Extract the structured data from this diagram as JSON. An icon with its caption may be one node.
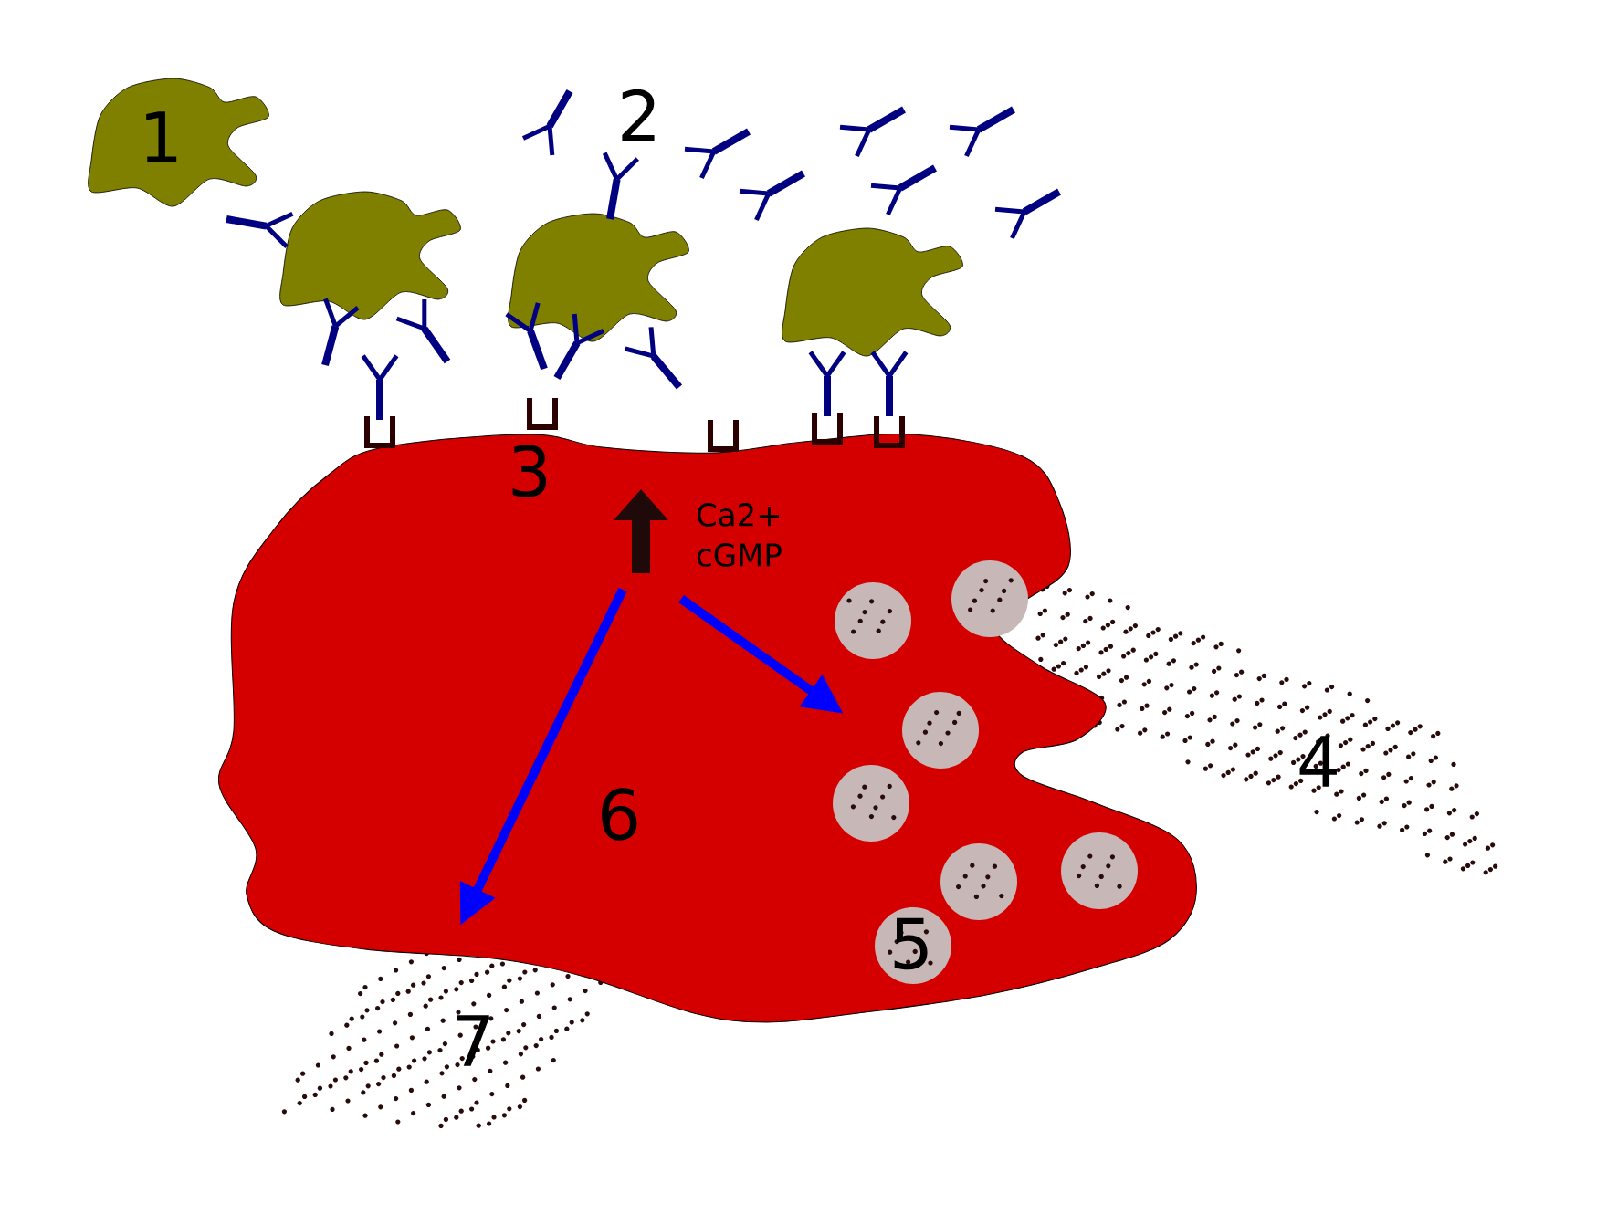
{
  "diagram": {
    "labels": [
      "1",
      "2",
      "3",
      "Ca2+ cGMP",
      "4",
      "6",
      "5",
      "7"
    ]
  }
}
